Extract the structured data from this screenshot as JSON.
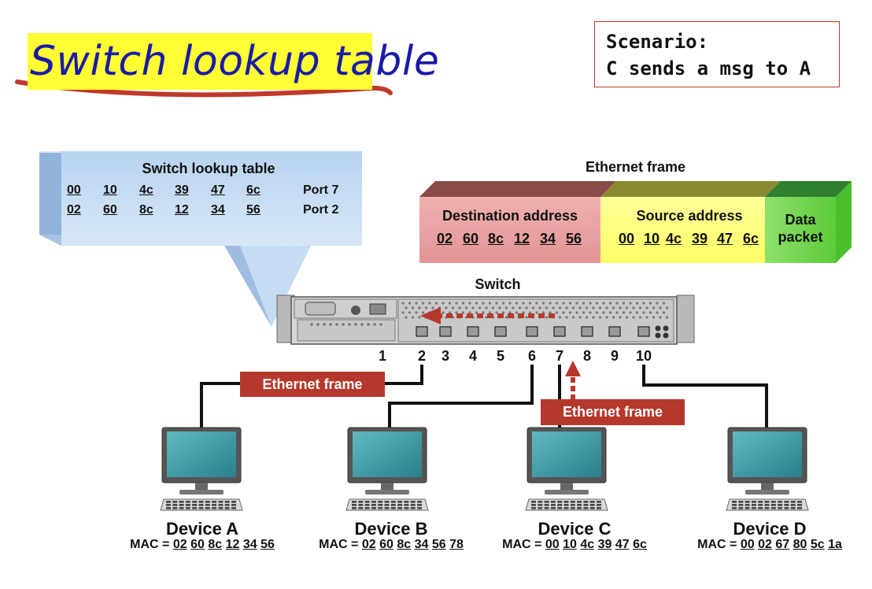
{
  "title": "Switch lookup table",
  "scenario": {
    "line1": "Scenario:",
    "line2": "C sends a msg to A"
  },
  "lookup_table": {
    "title": "Switch lookup table",
    "rows": [
      {
        "mac": [
          "00",
          "10",
          "4c",
          "39",
          "47",
          "6c"
        ],
        "port": "Port 7"
      },
      {
        "mac": [
          "02",
          "60",
          "8c",
          "12",
          "34",
          "56"
        ],
        "port": "Port 2"
      }
    ]
  },
  "ethernet_frame": {
    "title": "Ethernet frame",
    "destination": {
      "label": "Destination address",
      "mac": [
        "02",
        "60",
        "8c",
        "12",
        "34",
        "56"
      ]
    },
    "source": {
      "label": "Source address",
      "mac": [
        "00",
        "10",
        "4c",
        "39",
        "47",
        "6c"
      ]
    },
    "data": {
      "label_line1": "Data",
      "label_line2": "packet"
    }
  },
  "switch": {
    "label": "Switch",
    "ports": [
      "1",
      "2",
      "3",
      "4",
      "5",
      "6",
      "7",
      "8",
      "9",
      "10"
    ]
  },
  "frame_labels": {
    "left": "Ethernet frame",
    "right": "Ethernet frame"
  },
  "devices": [
    {
      "name": "Device A",
      "mac_prefix": "MAC = ",
      "mac": [
        "02",
        "60",
        "8c",
        "12",
        "34",
        "56"
      ]
    },
    {
      "name": "Device B",
      "mac_prefix": "MAC = ",
      "mac": [
        "02",
        "60",
        "8c",
        "34",
        "56",
        "78"
      ]
    },
    {
      "name": "Device C",
      "mac_prefix": "MAC = ",
      "mac": [
        "00",
        "10",
        "4c",
        "39",
        "47",
        "6c"
      ]
    },
    {
      "name": "Device D",
      "mac_prefix": "MAC = ",
      "mac": [
        "00",
        "02",
        "67",
        "80",
        "5c",
        "1a"
      ]
    }
  ],
  "colors": {
    "title_highlight": "#ffff33",
    "title_text": "#1a1aa8",
    "underline_stroke": "#c0392b",
    "bubble_face": "#c4dbf2",
    "destination_face": "#e8a0a0",
    "source_face": "#ffff88",
    "data_face": "#77dd55",
    "frame_label_bg": "#b5382c",
    "monitor_screen": "#3f9ba5"
  }
}
